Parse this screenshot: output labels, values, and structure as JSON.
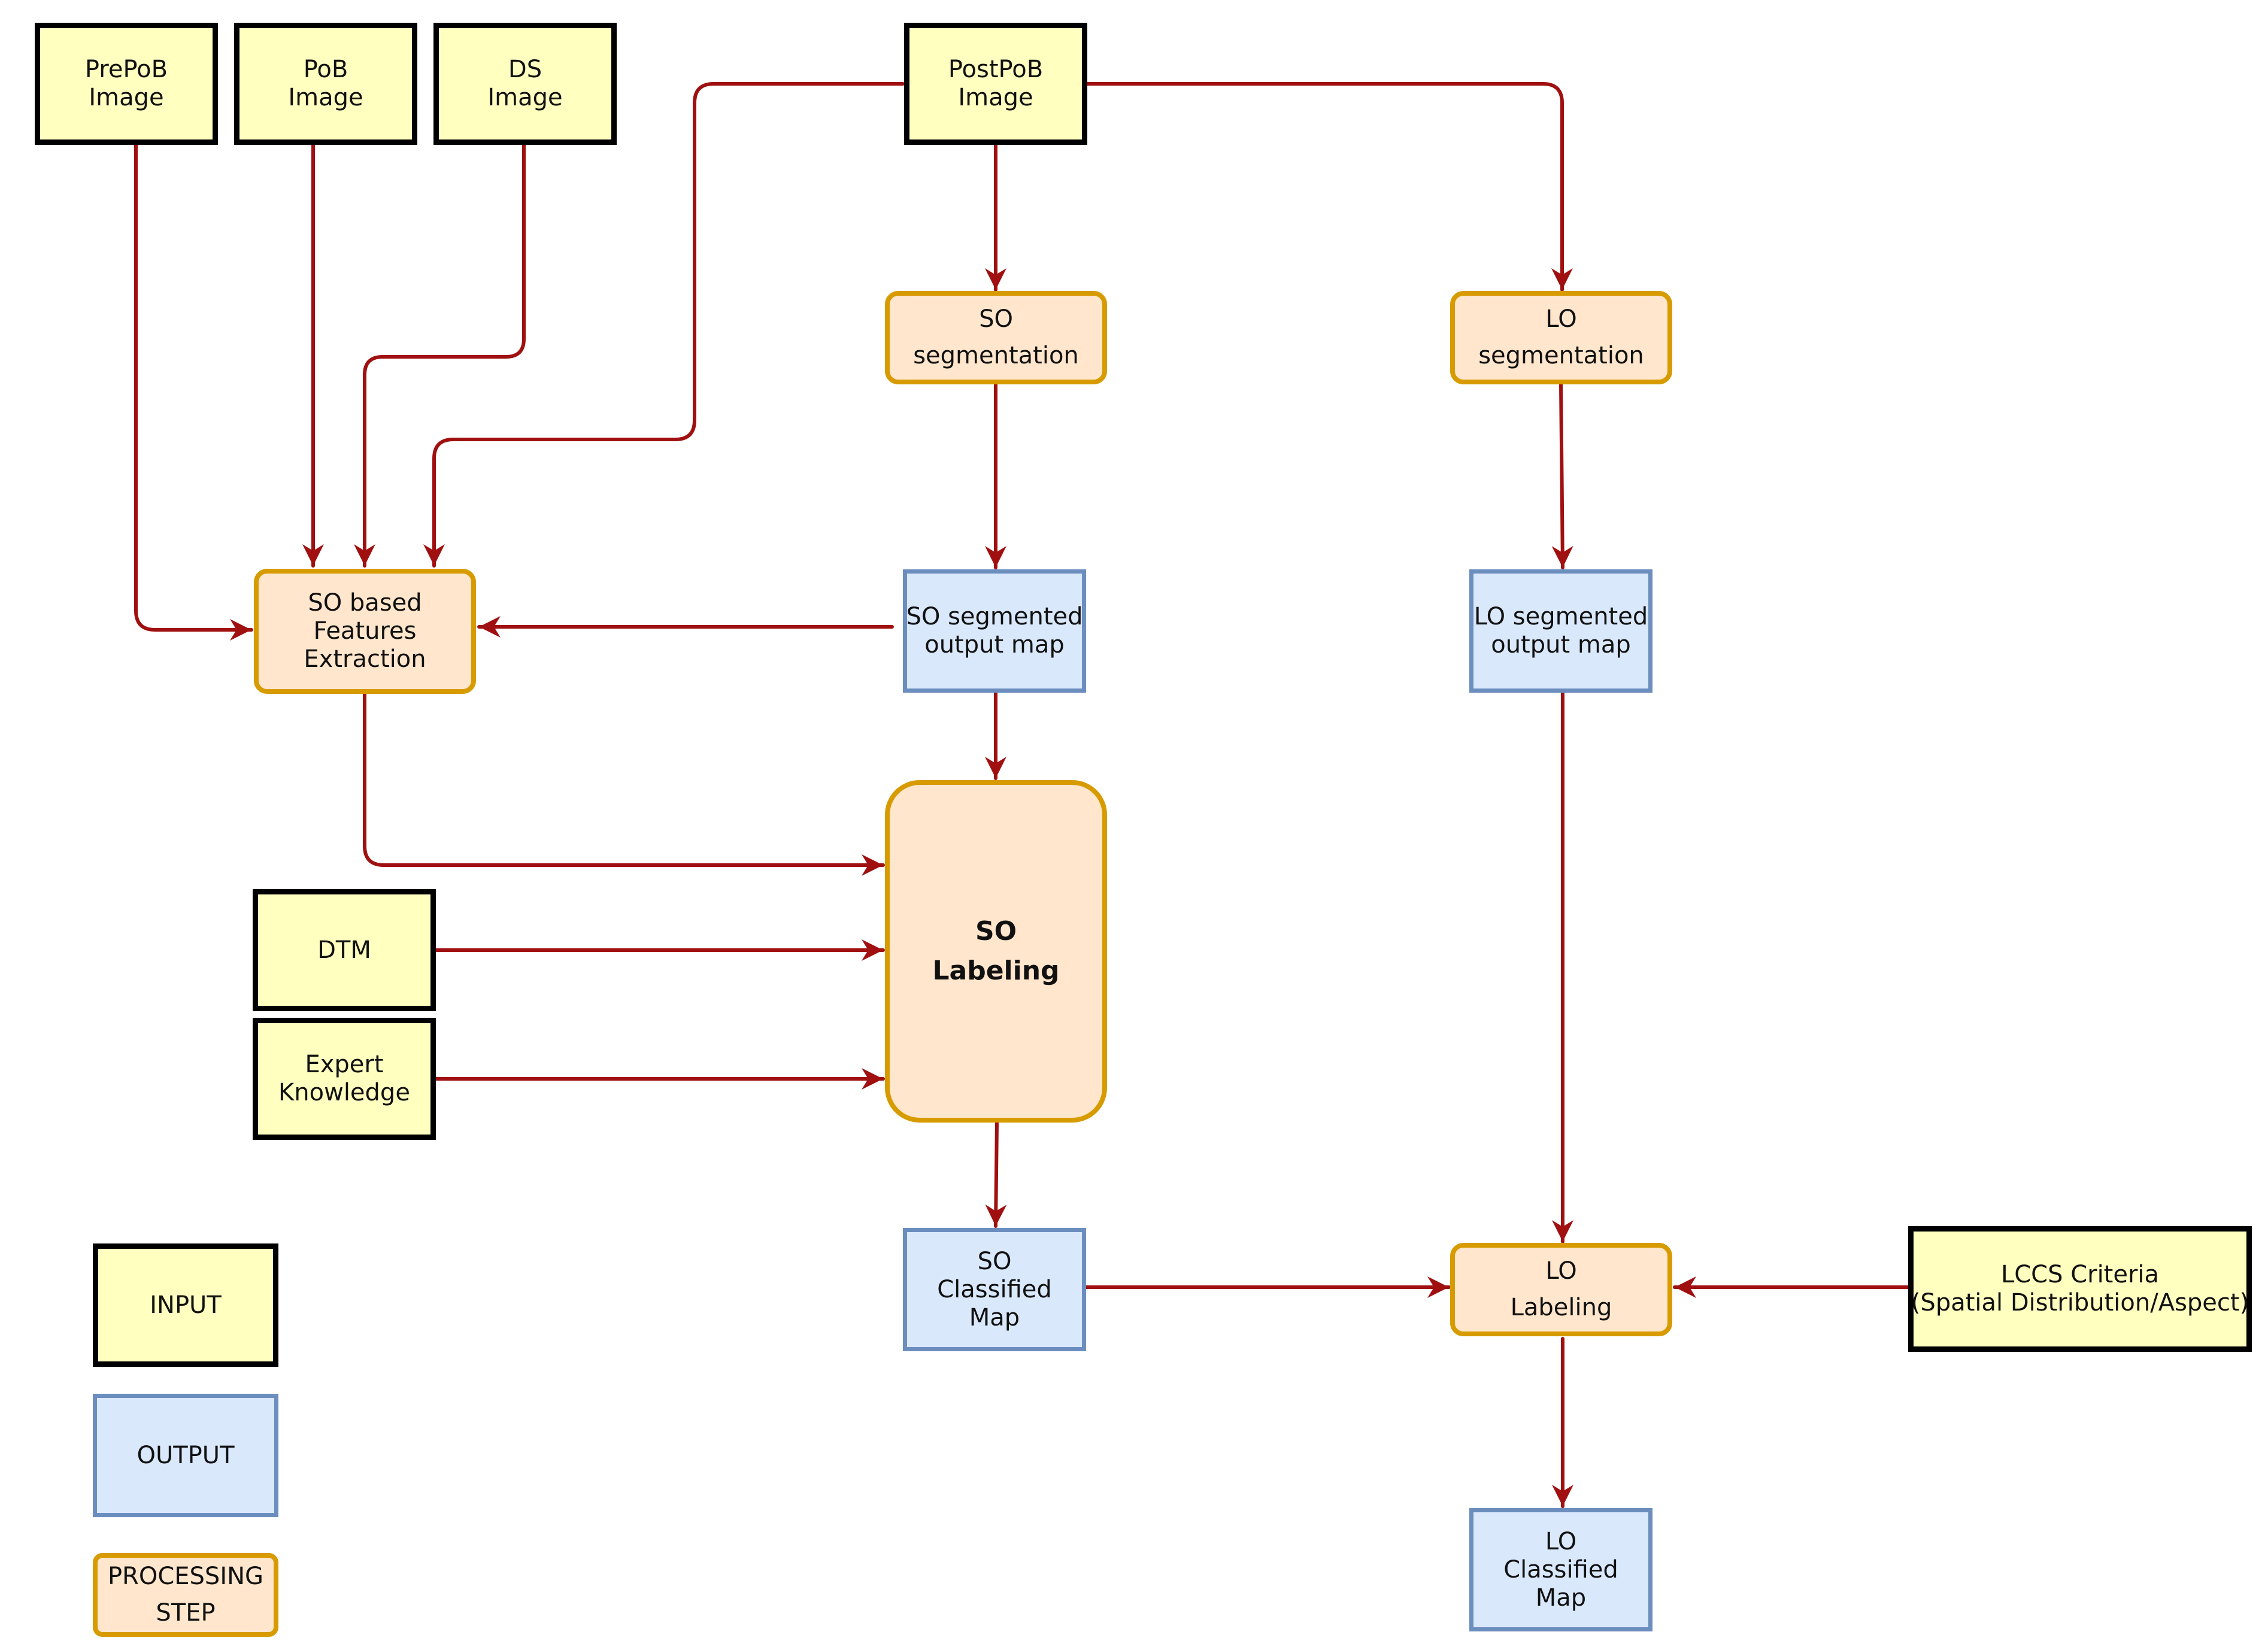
{
  "nodes": {
    "prepob": [
      "PrePoB",
      "Image"
    ],
    "pob": [
      "PoB",
      "Image"
    ],
    "ds": [
      "DS",
      "Image"
    ],
    "postpob": [
      "PostPoB",
      "Image"
    ],
    "so_seg": [
      "SO",
      "segmentation"
    ],
    "lo_seg": [
      "LO",
      "segmentation"
    ],
    "so_feat": [
      "SO based",
      "Features",
      "Extraction"
    ],
    "so_seg_map": [
      "SO segmented",
      "output map"
    ],
    "lo_seg_map": [
      "LO segmented",
      "output map"
    ],
    "so_label": [
      "SO",
      "Labeling"
    ],
    "dtm": [
      "DTM"
    ],
    "expert": [
      "Expert",
      "Knowledge"
    ],
    "so_class": [
      "SO",
      "Classified",
      "Map"
    ],
    "lo_label": [
      "LO",
      "Labeling"
    ],
    "lccs": [
      "LCCS Criteria",
      "(Spatial Distribution/Aspect)"
    ],
    "lo_class": [
      "LO",
      "Classified",
      "Map"
    ]
  },
  "legend": {
    "input": [
      "INPUT"
    ],
    "output": [
      "OUTPUT"
    ],
    "processing": [
      "PROCESSING",
      "STEP"
    ]
  },
  "colors": {
    "input_fill": "#ffffc0",
    "input_border": "#000000",
    "output_fill": "#dae8fc",
    "output_border": "#6c8ebf",
    "processing_fill": "#ffe6cc",
    "processing_border": "#d79b00",
    "arrow": "#a01010"
  }
}
